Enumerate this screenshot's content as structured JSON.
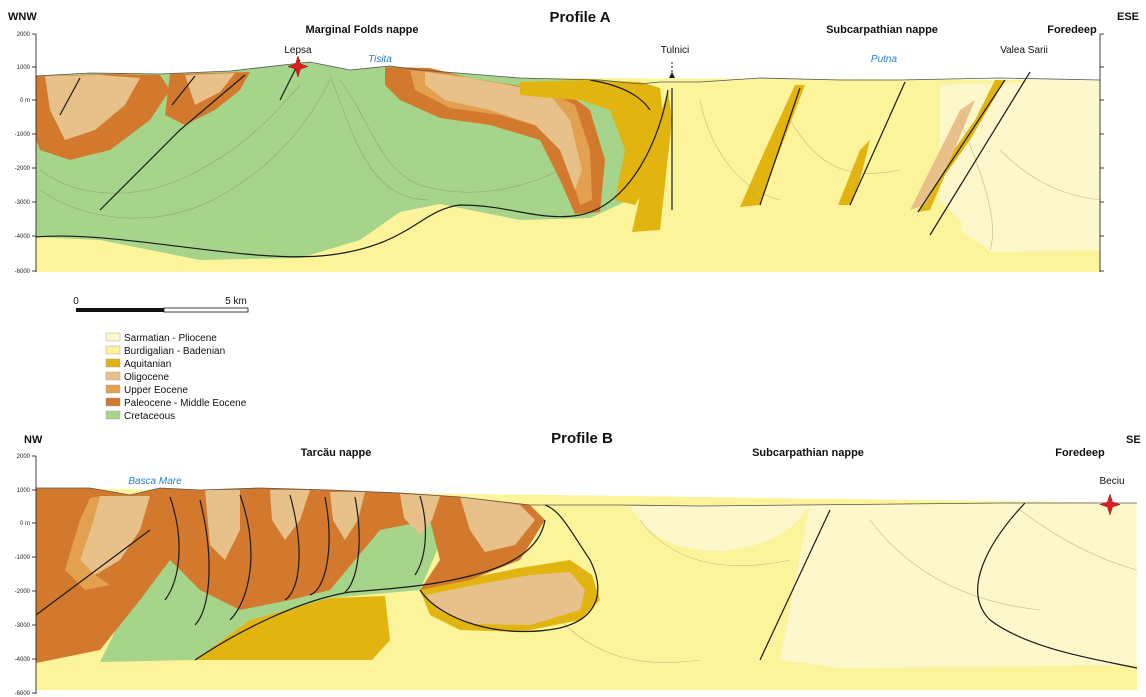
{
  "colors": {
    "sarmatian": "#fdf8cc",
    "burdigalian": "#fcf49a",
    "aquitanian": "#e2b410",
    "oligocene": "#e8c18a",
    "upper_eocene": "#e3a050",
    "paleocene": "#d2792e",
    "cretaceous": "#a6d48b",
    "star": "#e02020",
    "river": "#2a7fc1"
  },
  "profile_a": {
    "title": "Profile A",
    "left_dir": "WNW",
    "right_dir": "ESE",
    "nappes": [
      "Marginal Folds nappe",
      "Subcarpathian nappe",
      "Foredeep"
    ],
    "localities": [
      "Lepsa",
      "Tulnici",
      "Valea Sarii"
    ],
    "rivers": [
      "Tisita",
      "Putna"
    ],
    "y_ticks": [
      "2000",
      "1000",
      "0 m",
      "-1000",
      "-2000",
      "-3000",
      "-4000",
      "-6000"
    ]
  },
  "profile_b": {
    "title": "Profile B",
    "left_dir": "NW",
    "right_dir": "SE",
    "nappes": [
      "Tarcău nappe",
      "Subcarpathian nappe",
      "Foredeep"
    ],
    "localities": [
      "Beciu"
    ],
    "rivers": [
      "Basca Mare"
    ],
    "y_ticks": [
      "2000",
      "1000",
      "0 m",
      "-1000",
      "-2000",
      "-3000",
      "-4000",
      "-6000"
    ]
  },
  "scale_bar": {
    "start": "0",
    "end": "5 km"
  },
  "legend": [
    {
      "label": "Sarmatian - Pliocene",
      "color": "#fdf8cc"
    },
    {
      "label": "Burdigalian - Badenian",
      "color": "#fcf49a"
    },
    {
      "label": "Aquitanian",
      "color": "#e2b410"
    },
    {
      "label": "Oligocene",
      "color": "#e8c18a"
    },
    {
      "label": "Upper Eocene",
      "color": "#e3a050"
    },
    {
      "label": "Paleocene - Middle Eocene",
      "color": "#d2792e"
    },
    {
      "label": "Cretaceous",
      "color": "#a6d48b"
    }
  ]
}
